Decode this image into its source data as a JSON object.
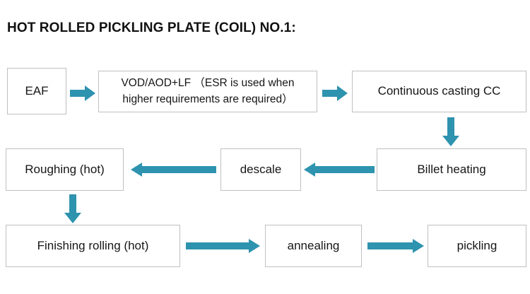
{
  "page": {
    "title": "HOT ROLLED PICKLING PLATE (COIL) NO.1:",
    "background_color": "#ffffff",
    "arrow_color": "#2e93ae",
    "box_border_color": "#c0c0c0",
    "box_fill_color": "#ffffff",
    "text_color": "#161616"
  },
  "chart_data": {
    "type": "diagram",
    "diagram_kind": "process-flowchart",
    "title": "HOT ROLLED PICKLING PLATE (COIL) NO.1:",
    "nodes": [
      {
        "id": "eaf",
        "label": "EAF",
        "row": 1,
        "order": 1
      },
      {
        "id": "vod",
        "label": "VOD/AOD+LF （ESR is used when higher requirements are required）",
        "row": 1,
        "order": 2
      },
      {
        "id": "cc",
        "label": "Continuous casting CC",
        "row": 1,
        "order": 3
      },
      {
        "id": "billet",
        "label": "Billet heating",
        "row": 2,
        "order": 1
      },
      {
        "id": "descale",
        "label": "descale",
        "row": 2,
        "order": 2
      },
      {
        "id": "roughing",
        "label": "Roughing (hot)",
        "row": 2,
        "order": 3
      },
      {
        "id": "finishing",
        "label": "Finishing rolling (hot)",
        "row": 3,
        "order": 1
      },
      {
        "id": "annealing",
        "label": "annealing",
        "row": 3,
        "order": 2
      },
      {
        "id": "pickling",
        "label": "pickling",
        "row": 3,
        "order": 3
      }
    ],
    "edges": [
      {
        "from": "eaf",
        "to": "vod",
        "direction": "right"
      },
      {
        "from": "vod",
        "to": "cc",
        "direction": "right"
      },
      {
        "from": "cc",
        "to": "billet",
        "direction": "down"
      },
      {
        "from": "billet",
        "to": "descale",
        "direction": "left"
      },
      {
        "from": "descale",
        "to": "roughing",
        "direction": "left"
      },
      {
        "from": "roughing",
        "to": "finishing",
        "direction": "down"
      },
      {
        "from": "finishing",
        "to": "annealing",
        "direction": "right"
      },
      {
        "from": "annealing",
        "to": "pickling",
        "direction": "right"
      }
    ]
  },
  "nodes": {
    "eaf": "EAF",
    "vod_line1": "VOD/AOD+LF （ESR is used when",
    "vod_line2": "higher requirements are required）",
    "cc": "Continuous casting CC",
    "billet": "Billet heating",
    "descale": "descale",
    "roughing": "Roughing (hot)",
    "finishing": "Finishing rolling (hot)",
    "annealing": "annealing",
    "pickling": "pickling"
  }
}
